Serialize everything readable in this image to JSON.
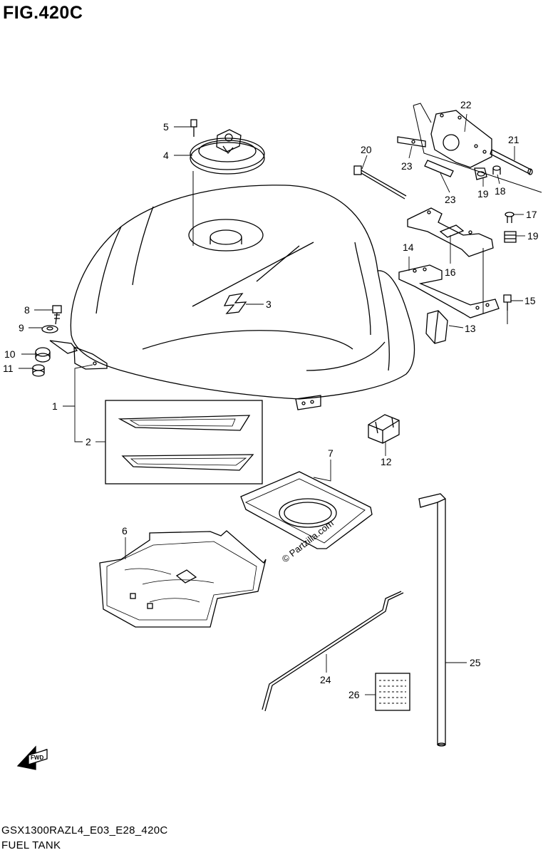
{
  "figure": {
    "title": "FIG.420C",
    "model_code": "GSX1300RAZL4_E03_E28_420C",
    "section_name": "FUEL TANK"
  },
  "watermark": "© Partzilla.com",
  "fwd_label": "FWD",
  "callouts": [
    {
      "id": "c1",
      "label": "1"
    },
    {
      "id": "c2",
      "label": "2"
    },
    {
      "id": "c3",
      "label": "3"
    },
    {
      "id": "c4",
      "label": "4"
    },
    {
      "id": "c5",
      "label": "5"
    },
    {
      "id": "c6",
      "label": "6"
    },
    {
      "id": "c7",
      "label": "7"
    },
    {
      "id": "c8",
      "label": "8"
    },
    {
      "id": "c9",
      "label": "9"
    },
    {
      "id": "c10",
      "label": "10"
    },
    {
      "id": "c11",
      "label": "11"
    },
    {
      "id": "c12",
      "label": "12"
    },
    {
      "id": "c13",
      "label": "13"
    },
    {
      "id": "c14",
      "label": "14"
    },
    {
      "id": "c15",
      "label": "15"
    },
    {
      "id": "c16",
      "label": "16"
    },
    {
      "id": "c17",
      "label": "17"
    },
    {
      "id": "c18",
      "label": "18"
    },
    {
      "id": "c19a",
      "label": "19"
    },
    {
      "id": "c19b",
      "label": "19"
    },
    {
      "id": "c20",
      "label": "20"
    },
    {
      "id": "c21",
      "label": "21"
    },
    {
      "id": "c22",
      "label": "22"
    },
    {
      "id": "c23a",
      "label": "23"
    },
    {
      "id": "c23b",
      "label": "23"
    },
    {
      "id": "c24",
      "label": "24"
    },
    {
      "id": "c25",
      "label": "25"
    },
    {
      "id": "c26",
      "label": "26"
    }
  ]
}
